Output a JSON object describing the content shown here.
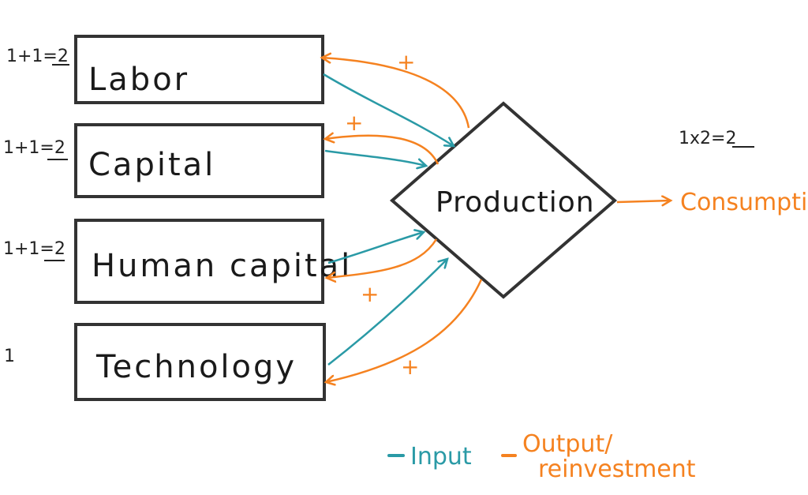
{
  "diagram": {
    "factors": [
      {
        "label": "Labor",
        "annotation": "1+1=2",
        "reinvest_sign": "+"
      },
      {
        "label": "Capital",
        "annotation": "1+1=2",
        "reinvest_sign": "+"
      },
      {
        "label": "Human capital",
        "annotation": "1+1=2",
        "reinvest_sign": "+"
      },
      {
        "label": "Technology",
        "annotation": "1",
        "reinvest_sign": "+"
      }
    ],
    "central_node": {
      "label": "Production"
    },
    "output": {
      "label": "Consumption",
      "annotation": "1x2=2"
    },
    "legend": {
      "input_label": "Input",
      "output_label_line1": "Output/",
      "output_label_line2": "reinvestment"
    },
    "colors": {
      "input": "#2a9aa6",
      "output": "#f58220",
      "outline": "#333333"
    }
  }
}
